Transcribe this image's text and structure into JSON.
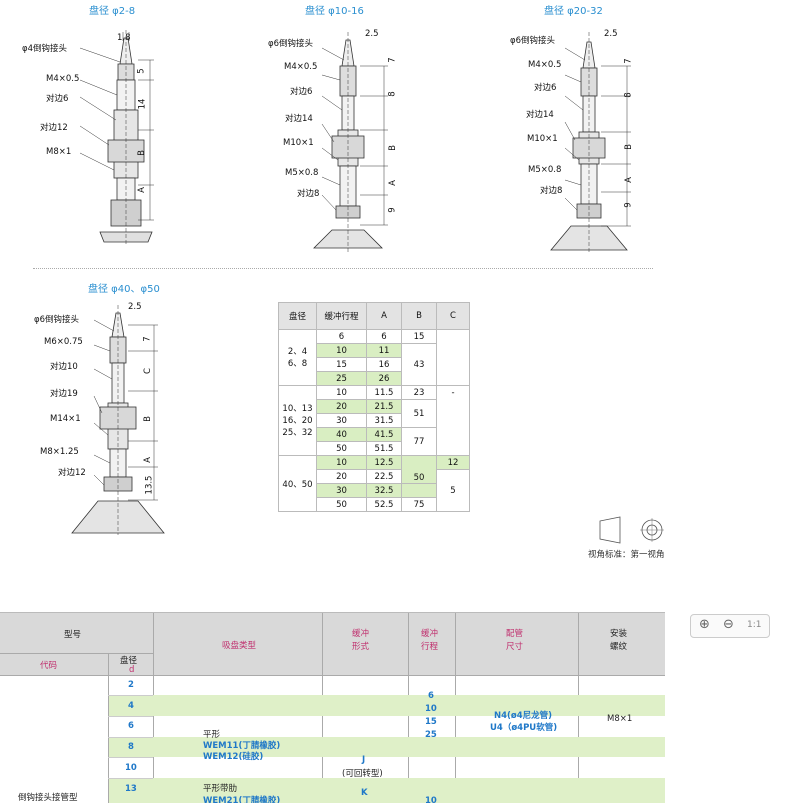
{
  "diagrams": [
    {
      "title": "盘径 φ2-8",
      "labels": [
        "φ4倒钩接头",
        "M4×0.5",
        "对边6",
        "对边12",
        "M8×1"
      ],
      "dims_h": [
        "1.8"
      ],
      "dims_v": [
        "5",
        "14",
        "B",
        "A"
      ]
    },
    {
      "title": "盘径 φ10-16",
      "labels": [
        "φ6倒钩接头",
        "M4×0.5",
        "对边6",
        "对边14",
        "M10×1",
        "M5×0.8",
        "对边8"
      ],
      "dims_h": [
        "2.5"
      ],
      "dims_v": [
        "7",
        "8",
        "B",
        "A",
        "9"
      ]
    },
    {
      "title": "盘径 φ20-32",
      "labels": [
        "φ6倒钩接头",
        "M4×0.5",
        "对边6",
        "对边14",
        "M10×1",
        "M5×0.8",
        "对边8"
      ],
      "dims_h": [
        "2.5"
      ],
      "dims_v": [
        "7",
        "8",
        "B",
        "A",
        "9"
      ]
    },
    {
      "title": "盘径 φ40、φ50",
      "labels": [
        "φ6倒钩接头",
        "M6×0.75",
        "对边10",
        "对边19",
        "M14×1",
        "M8×1.25",
        "对边12"
      ],
      "dims_h": [
        "2.5"
      ],
      "dims_v": [
        "7",
        "C",
        "B",
        "A",
        "13.5"
      ]
    }
  ],
  "spec_table": {
    "headers": [
      "盘径",
      "缓冲行程",
      "A",
      "B",
      "C"
    ],
    "group_labels": [
      [
        "2、4",
        "6、8"
      ],
      [
        "10、13",
        "16、20",
        "25、32"
      ],
      [
        "40、50"
      ]
    ],
    "stroke": [
      "6",
      "10",
      "15",
      "25",
      "10",
      "20",
      "30",
      "40",
      "50",
      "10",
      "20",
      "30",
      "50"
    ],
    "A": [
      "6",
      "11",
      "16",
      "26",
      "11.5",
      "21.5",
      "31.5",
      "41.5",
      "51.5",
      "12.5",
      "22.5",
      "32.5",
      "52.5"
    ],
    "B": [
      "15",
      "43",
      "23",
      "51",
      "77",
      "50",
      "75"
    ],
    "C": [
      "-",
      "12",
      "5"
    ]
  },
  "view_note": "视角标准：第一视角",
  "zoom": {
    "in": "⊕",
    "out": "⊖",
    "ratio": "1:1"
  },
  "bottom_table": {
    "h_model": "型号",
    "h_code": "代码",
    "h_diam": "盘径",
    "h_diam_sub": "d",
    "h_cup": "吸盘类型",
    "h_cushion_form": "缓冲\n形式",
    "h_cushion_stroke": "缓冲\n行程",
    "h_pipe": "配管\n尺寸",
    "h_thread": "安装\n螺纹",
    "code_label": "倒钩接头接管型",
    "diameters": [
      "2",
      "4",
      "6",
      "8",
      "10",
      "13"
    ],
    "strokes": [
      "6",
      "10",
      "15",
      "25"
    ],
    "stroke_partial": "10",
    "cup_flat": "平形",
    "cup_flat_1": "WEM11(丁腈橡胶)",
    "cup_flat_2": "WEM12(硅胶)",
    "cup_rib": "平形带肋",
    "cup_rib_1": "WEM21(丁腈橡胶)",
    "form_j": "J",
    "form_j_note": "(可回转型)",
    "form_k": "K",
    "pipe_1": "N4(ø4尼龙管)",
    "pipe_2": "U4（ø4PU软管)",
    "thread": "M8×1"
  }
}
